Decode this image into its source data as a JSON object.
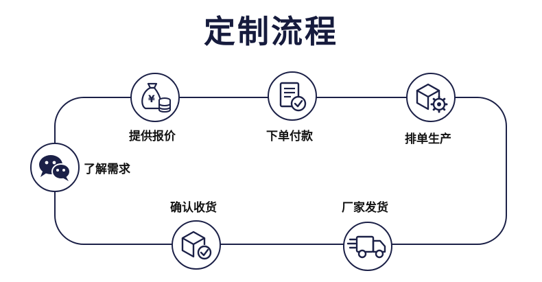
{
  "title": "定制流程",
  "steps": [
    {
      "label": "了解需求",
      "icon": "wechat-chat-icon"
    },
    {
      "label": "提供报价",
      "icon": "money-bag-coins-icon"
    },
    {
      "label": "下单付款",
      "icon": "order-document-check-icon"
    },
    {
      "label": "排单生产",
      "icon": "box-gear-icon"
    },
    {
      "label": "厂家发货",
      "icon": "delivery-truck-icon"
    },
    {
      "label": "确认收货",
      "icon": "box-check-icon"
    }
  ],
  "colors": {
    "primary": "#1b2047",
    "title": "#161b3d",
    "line": "#1b2047"
  }
}
